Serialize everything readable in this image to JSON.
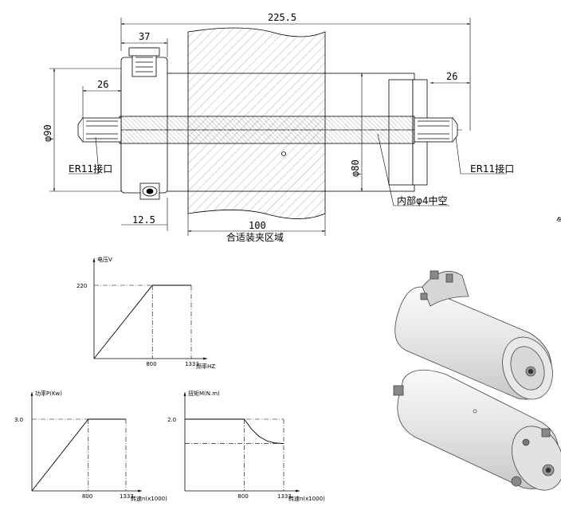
{
  "drawing": {
    "dimensions": {
      "overall_length": "225.5",
      "housing_width": "37",
      "left_collet": "26",
      "right_collet": "26",
      "diameter_outer": "φ90",
      "diameter_body": "φ80",
      "offset": "12.5",
      "clamp_length": "100"
    },
    "labels": {
      "collet_left": "ER11接口",
      "collet_right": "ER11接口",
      "inner_bore": "内部φ4中空",
      "clamp_zone": "合适装夹区域",
      "edge_glyph": "气"
    }
  },
  "chart_data": [
    {
      "type": "line",
      "ylabel": "电压V",
      "xlabel": "频率HZ",
      "x": [
        0,
        800,
        1333
      ],
      "y": [
        0,
        220,
        220
      ],
      "xticks": [
        "800",
        "1333"
      ],
      "yticks": [
        "220"
      ],
      "xlim": [
        0,
        1333
      ],
      "ylim": [
        0,
        220
      ]
    },
    {
      "type": "line",
      "ylabel": "功率P(Kw)",
      "xlabel": "转速n(x1000)",
      "x": [
        0,
        800,
        1333
      ],
      "y": [
        0,
        3.0,
        3.0
      ],
      "xticks": [
        "800",
        "1333"
      ],
      "yticks": [
        "3.0"
      ],
      "xlim": [
        0,
        1333
      ],
      "ylim": [
        0,
        3.0
      ]
    },
    {
      "type": "line",
      "ylabel": "扭矩M(N.m)",
      "xlabel": "转速n(x1000)",
      "x": [
        0,
        800,
        900,
        1000,
        1100,
        1200,
        1333
      ],
      "y": [
        2.0,
        2.0,
        1.72,
        1.52,
        1.4,
        1.34,
        1.32
      ],
      "xticks": [
        "800",
        "1333"
      ],
      "yticks": [
        "2.0"
      ],
      "xlim": [
        0,
        1333
      ],
      "ylim": [
        0,
        2.0
      ]
    }
  ]
}
